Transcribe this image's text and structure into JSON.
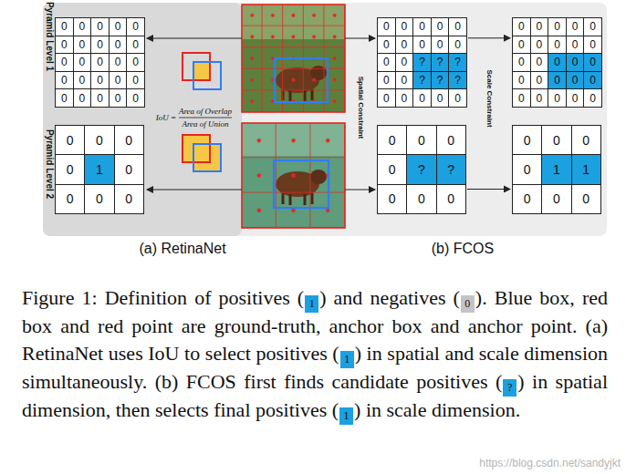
{
  "diagram": {
    "caption": "Figure 1: Definition of positives (1) and negatives (0). Blue box, red box and red point are ground-truth, anchor box and anchor point. (a) RetinaNet uses IoU to select positives (1) in spatial and scale dimension simultaneously. (b) FCOS first finds candidate positives (?) in spatial dimension, then selects final positives (1) in scale dimension.",
    "nodes": [
      {
        "text": [
          "0",
          "0",
          "0",
          "0",
          "0",
          "0",
          "0",
          "0",
          "0",
          "0",
          "0",
          "0",
          "0",
          "0",
          "0",
          "0",
          "0",
          "0",
          "0",
          "0",
          "0",
          "0",
          "0",
          "0",
          "0"
        ]
      },
      {
        "text": [
          "0",
          "0",
          "0",
          "0",
          "0",
          "0",
          "0",
          "0",
          "0",
          "0",
          "0",
          "0",
          "?",
          "?",
          "?",
          "0",
          "0",
          "?",
          "?",
          "?",
          "0",
          "0",
          "0",
          "0",
          "0"
        ]
      },
      {
        "text": [
          "0",
          "0",
          "0",
          "0",
          "0",
          "0",
          "0",
          "0",
          "0",
          "0",
          "0",
          "0",
          "0",
          "0",
          "0",
          "0",
          "0",
          "0",
          "0",
          "0",
          "0",
          "0",
          "0",
          "0",
          "0"
        ]
      },
      {
        "text": [
          "0",
          "0",
          "0",
          "0",
          "1",
          "0",
          "0",
          "0",
          "0"
        ]
      },
      {
        "text": [
          "0",
          "0",
          "0",
          "0",
          "?",
          "?",
          "0",
          "0",
          "0"
        ]
      },
      {
        "text": [
          "0",
          "0",
          "0",
          "0",
          "1",
          "1",
          "0",
          "0",
          "0"
        ]
      }
    ],
    "edges": [
      {
        "from": 1,
        "to": 2,
        "arrow": "to"
      },
      {
        "from": 4,
        "to": 5,
        "arrow": "to"
      }
    ],
    "labels": [
      "Pyramid Level 1",
      "Pyramid Level 2",
      "IoU =",
      "Area of Overlap",
      "Area of Union",
      "Spatial Constraint",
      "Scale Constraint",
      "(a) RetinaNet",
      "(b) FCOS",
      "https://blog.csdn.net/sandyjkt"
    ]
  }
}
